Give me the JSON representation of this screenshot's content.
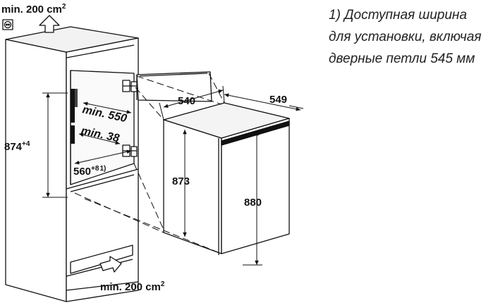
{
  "labels": {
    "vent_top": "min. 200 cm",
    "vent_top_sup": "2",
    "vent_bottom": "min. 200 cm",
    "vent_bottom_sup": "2",
    "niche_height": "874",
    "niche_height_sup": "+4",
    "niche_width": "560",
    "niche_width_sup": "+8",
    "niche_width_ref": "1)",
    "min_depth": "min. 550",
    "min_gap": "min. 38",
    "appliance_width": "540",
    "appliance_depth": "549",
    "appliance_height_body": "873",
    "appliance_height_total": "880"
  },
  "footnote": {
    "lines": [
      "1) Доступная ширина",
      "для установки, включая",
      "дверные петли 545 мм"
    ]
  }
}
